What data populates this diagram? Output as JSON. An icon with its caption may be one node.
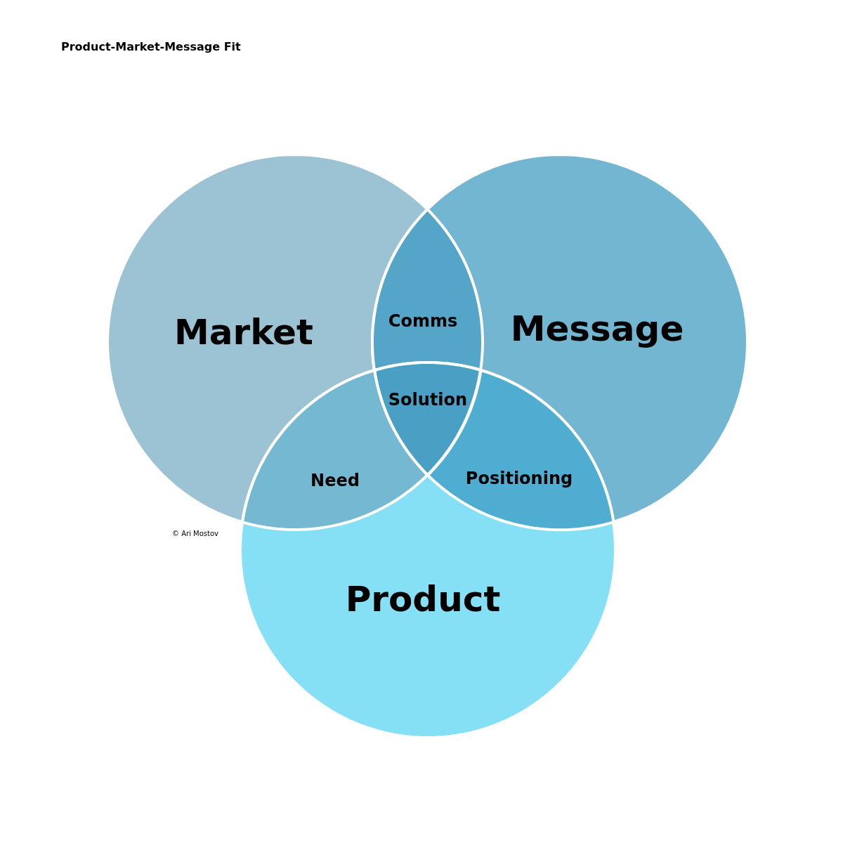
{
  "diagram": {
    "title": "Product-Market-Message Fit",
    "nodes": [
      {
        "text": [
          "Market"
        ]
      },
      {
        "text": [
          "Message"
        ]
      },
      {
        "text": [
          "Comms"
        ]
      },
      {
        "text": [
          "Solution"
        ]
      },
      {
        "text": [
          "Need"
        ]
      },
      {
        "text": [
          "Positioning"
        ]
      },
      {
        "text": [
          "Product"
        ]
      }
    ],
    "labels": [
      "© Ari Mostov"
    ]
  }
}
